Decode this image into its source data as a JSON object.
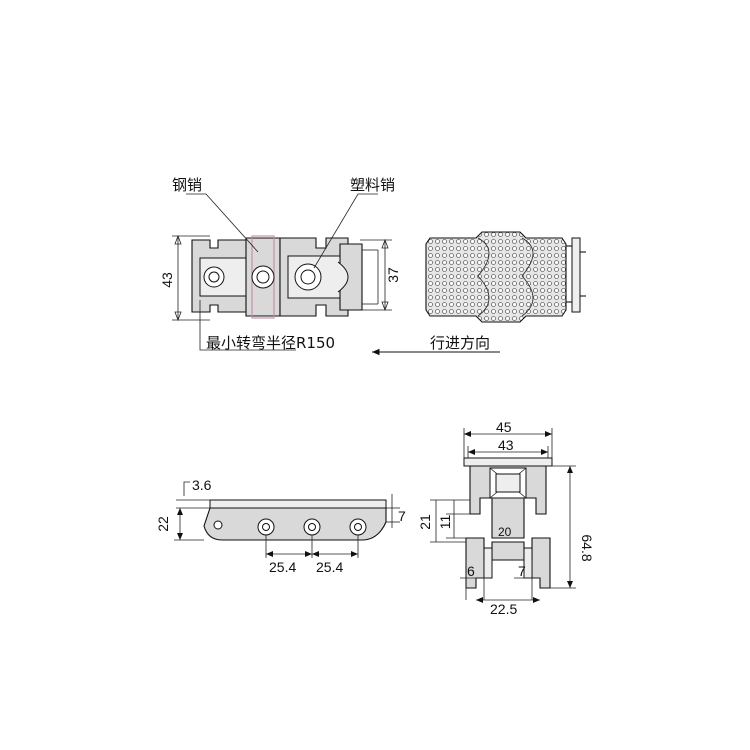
{
  "labels": {
    "steel_pin": "钢销",
    "plastic_pin": "塑料销",
    "min_radius": "最小转弯半径R150",
    "direction": "行进方向"
  },
  "dimensions": {
    "side_height": "43",
    "side_inner": "37",
    "top_offset": "3.6",
    "front_height": "22",
    "right_7": "7",
    "pitch_1": "25.4",
    "pitch_2": "25.4",
    "width_45": "45",
    "width_43": "43",
    "height_64_8": "64.8",
    "dim_21": "21",
    "dim_11": "11",
    "dim_20": "20",
    "dim_6": "6",
    "dim_7b": "7",
    "dim_22_5": "22.5"
  }
}
